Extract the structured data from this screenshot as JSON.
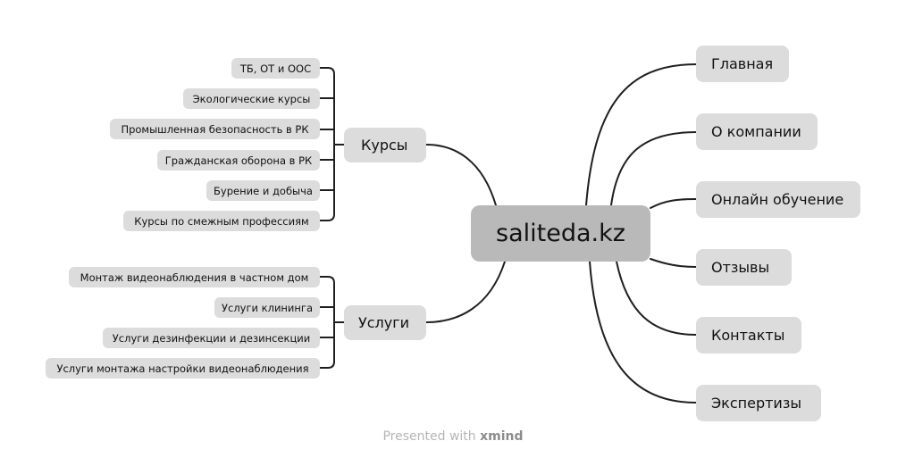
{
  "central": {
    "label": "saliteda.kz"
  },
  "right_topics": [
    {
      "label": "Главная"
    },
    {
      "label": "О компании"
    },
    {
      "label": "Онлайн обучение"
    },
    {
      "label": "Отзывы"
    },
    {
      "label": "Контакты"
    },
    {
      "label": "Экспертизы"
    }
  ],
  "left_topics": [
    {
      "label": "Курсы",
      "children": [
        {
          "label": "ТБ, ОТ и ООС"
        },
        {
          "label": "Экологические курсы"
        },
        {
          "label": "Промышленная безопасность в РК"
        },
        {
          "label": "Гражданская оборона в РК"
        },
        {
          "label": "Бурение и добыча"
        },
        {
          "label": "Курсы по смежным профессиям"
        }
      ]
    },
    {
      "label": "Услуги",
      "children": [
        {
          "label": "Монтаж видеонаблюдения в частном дом"
        },
        {
          "label": "Услуги клининга"
        },
        {
          "label": "Услуги дезинфекции и дезинсекции"
        },
        {
          "label": "Услуги монтажа настройки видеонаблюдения"
        }
      ]
    }
  ],
  "footer": {
    "prefix": "Presented with",
    "brand": "xmind"
  },
  "colors": {
    "connector": "#1f1f1f",
    "central_fill": "#b9b9b9",
    "topic_fill": "#dcdcdc"
  }
}
